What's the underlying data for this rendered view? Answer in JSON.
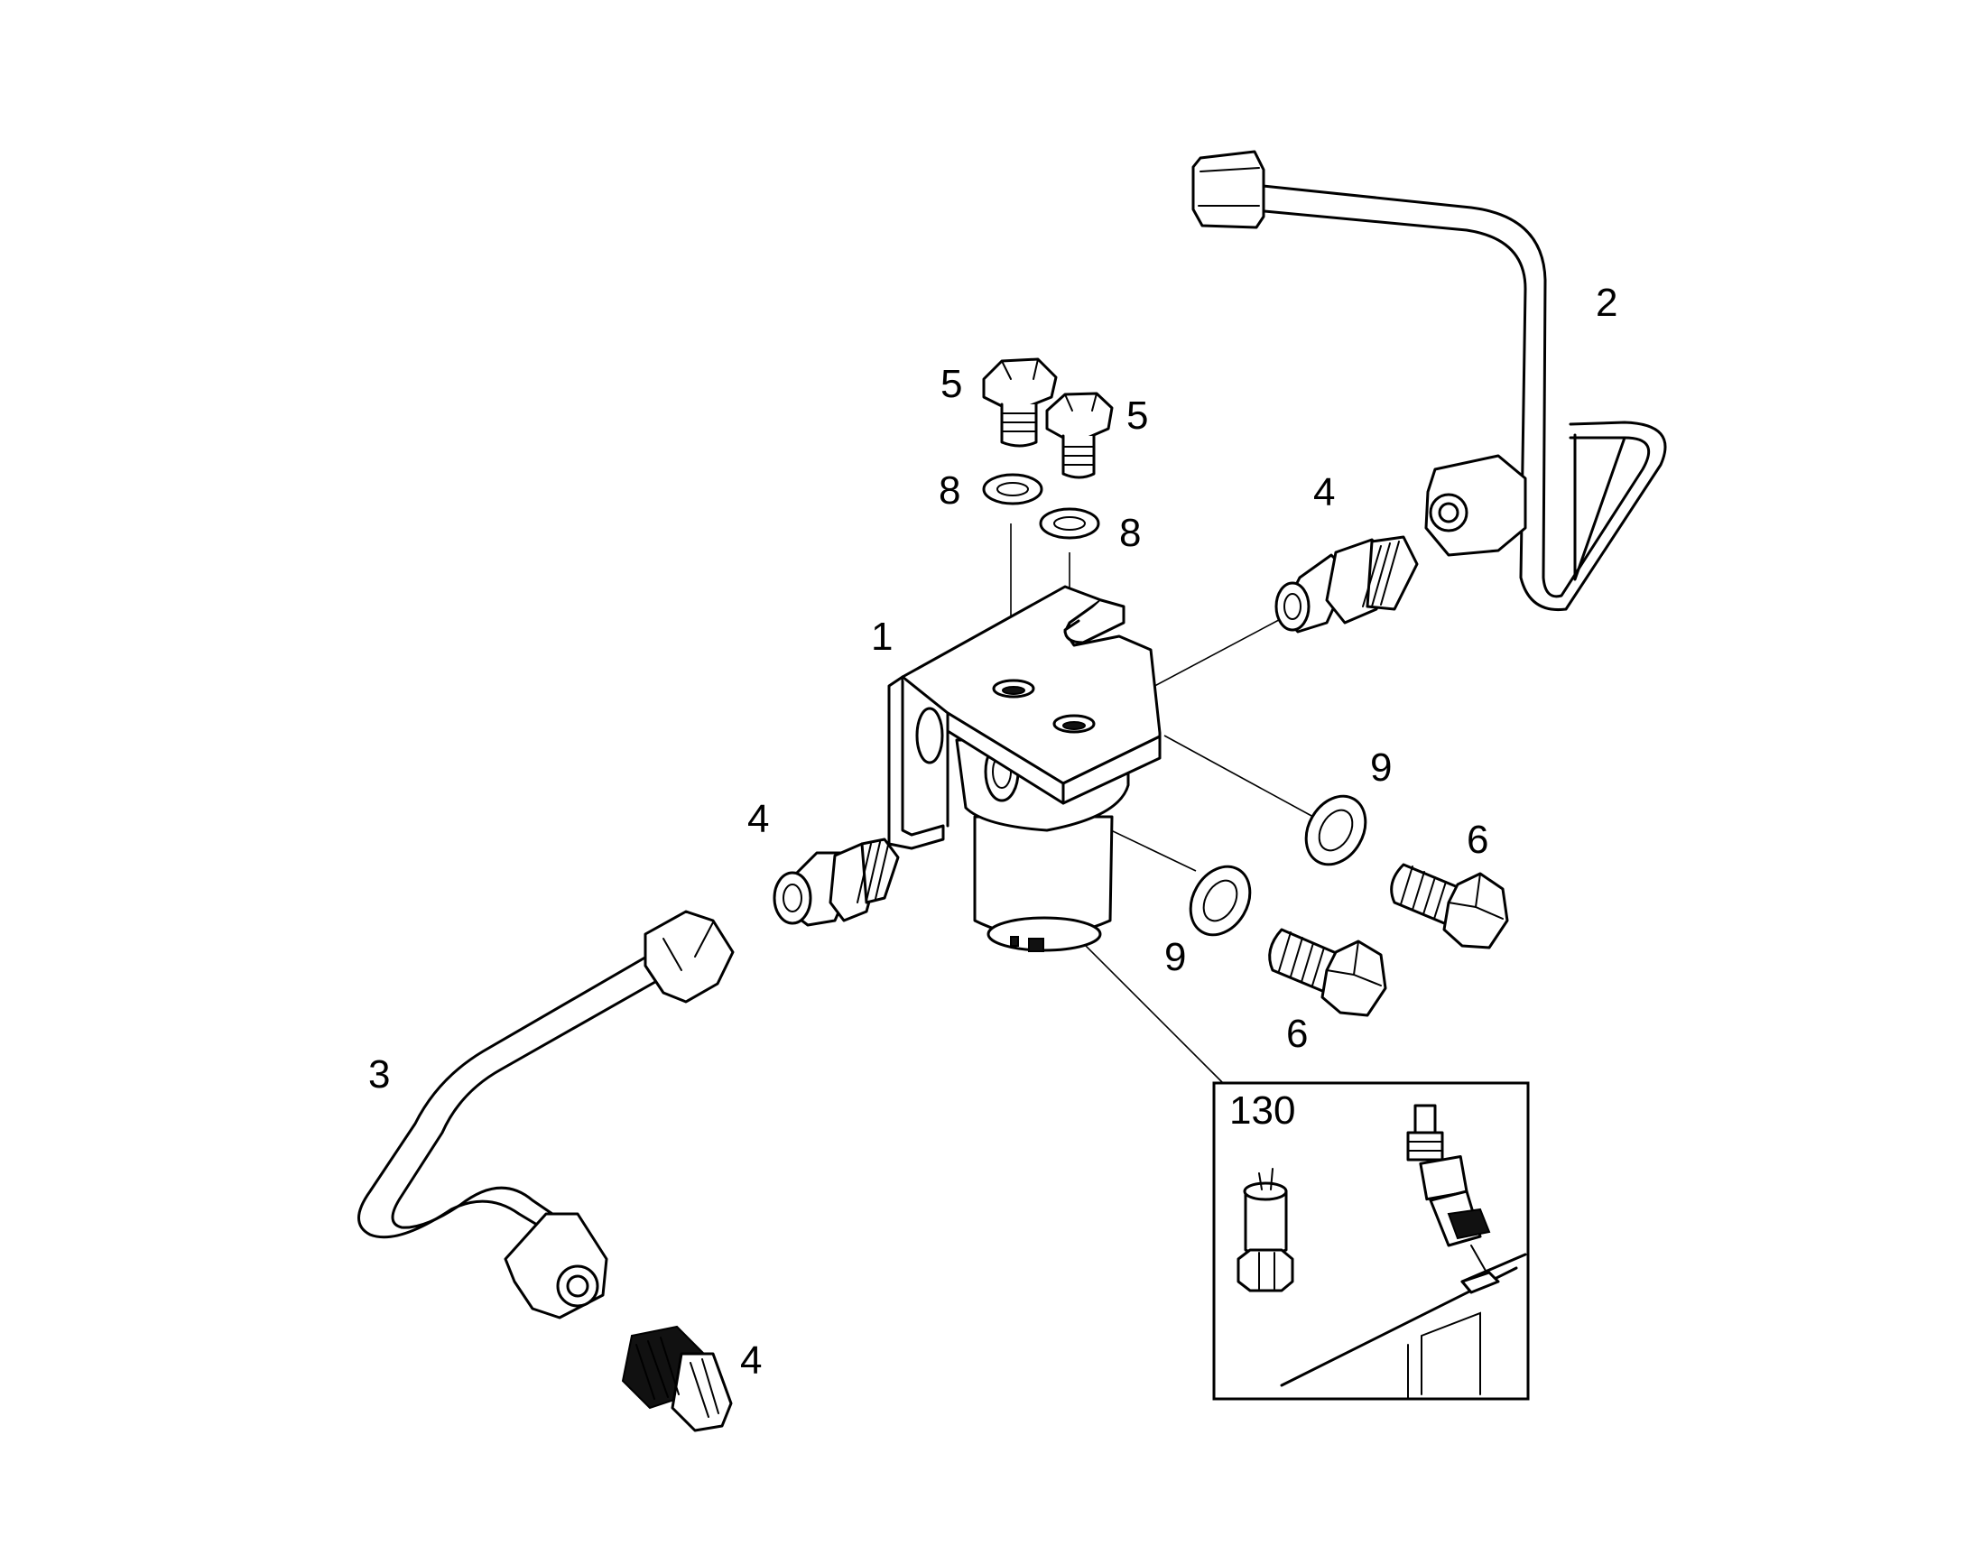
{
  "callouts": {
    "c1": "1",
    "c2": "2",
    "c3": "3",
    "c4a": "4",
    "c4b": "4",
    "c4c": "4",
    "c5a": "5",
    "c5b": "5",
    "c6a": "6",
    "c6b": "6",
    "c8a": "8",
    "c8b": "8",
    "c9a": "9",
    "c9b": "9"
  },
  "inset": {
    "label": "130"
  }
}
